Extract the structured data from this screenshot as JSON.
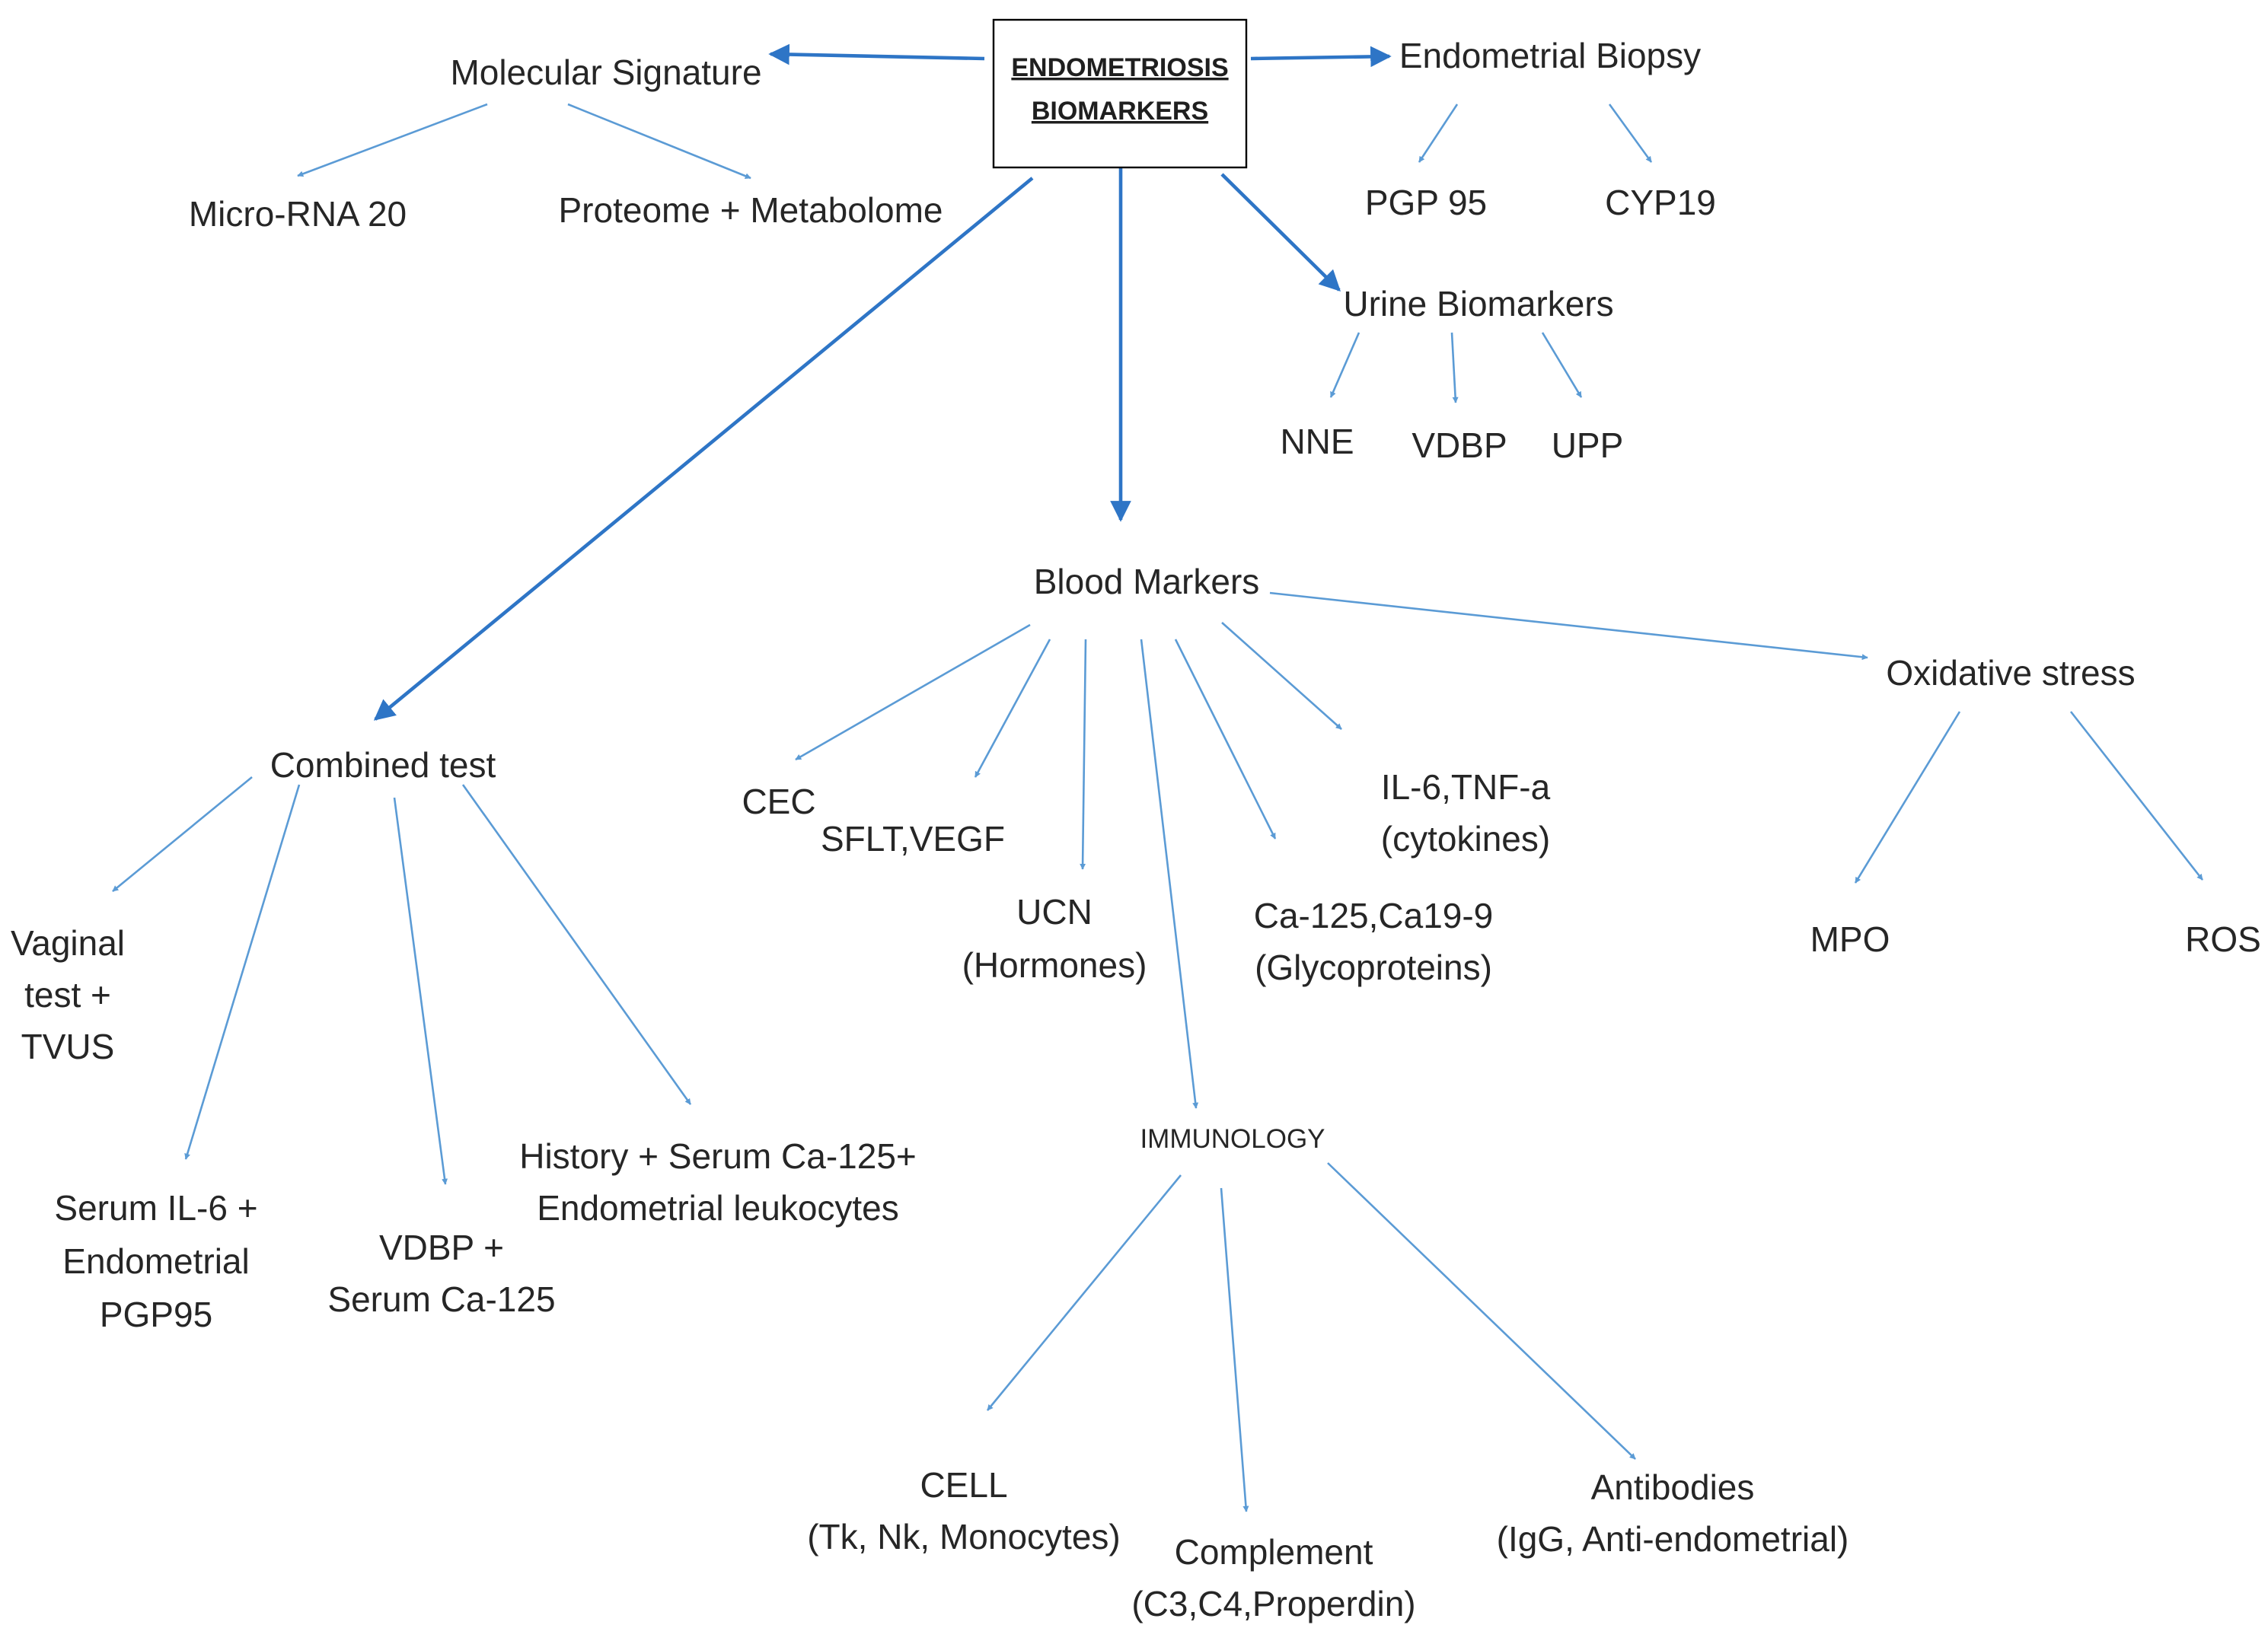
{
  "root": {
    "line1": "ENDOMETRIOSIS",
    "line2": "BIOMARKERS"
  },
  "molecular": {
    "label": "Molecular Signature",
    "children": [
      "Micro-RNA 20",
      "Proteome + Metabolome"
    ]
  },
  "biopsy": {
    "label": "Endometrial Biopsy",
    "children": [
      "PGP 95",
      "CYP19"
    ]
  },
  "urine": {
    "label": "Urine Biomarkers",
    "children": [
      "NNE",
      "VDBP",
      "UPP"
    ]
  },
  "blood": {
    "label": "Blood Markers",
    "cec": "CEC",
    "sflt": "SFLT,VEGF",
    "ucn": [
      "UCN",
      "(Hormones)"
    ],
    "cytokines": [
      "IL-6,TNF-a",
      "(cytokines)"
    ],
    "glyco": [
      "Ca-125,Ca19-9",
      "(Glycoproteins)"
    ]
  },
  "oxidative": {
    "label": "Oxidative stress",
    "children": [
      "MPO",
      "ROS"
    ]
  },
  "combined": {
    "label": "Combined test",
    "vaginal": [
      "Vaginal",
      "test +",
      "TVUS"
    ],
    "serum_il6": [
      "Serum IL-6 +",
      "Endometrial",
      "PGP95"
    ],
    "vdbp": [
      "VDBP +",
      "Serum Ca-125"
    ],
    "history": [
      "History + Serum Ca-125+",
      "Endometrial leukocytes"
    ]
  },
  "immunology": {
    "label": "IMMUNOLOGY",
    "cell": [
      "CELL",
      "(Tk, Nk, Monocytes)"
    ],
    "complement": [
      "Complement",
      "(C3,C4,Properdin)"
    ],
    "antibodies": [
      "Antibodies",
      "(IgG, Anti-endometrial)"
    ]
  },
  "colors": {
    "thin_arrow": "#5b9bd5",
    "thick_arrow": "#2e75c6",
    "text": "#262626"
  }
}
